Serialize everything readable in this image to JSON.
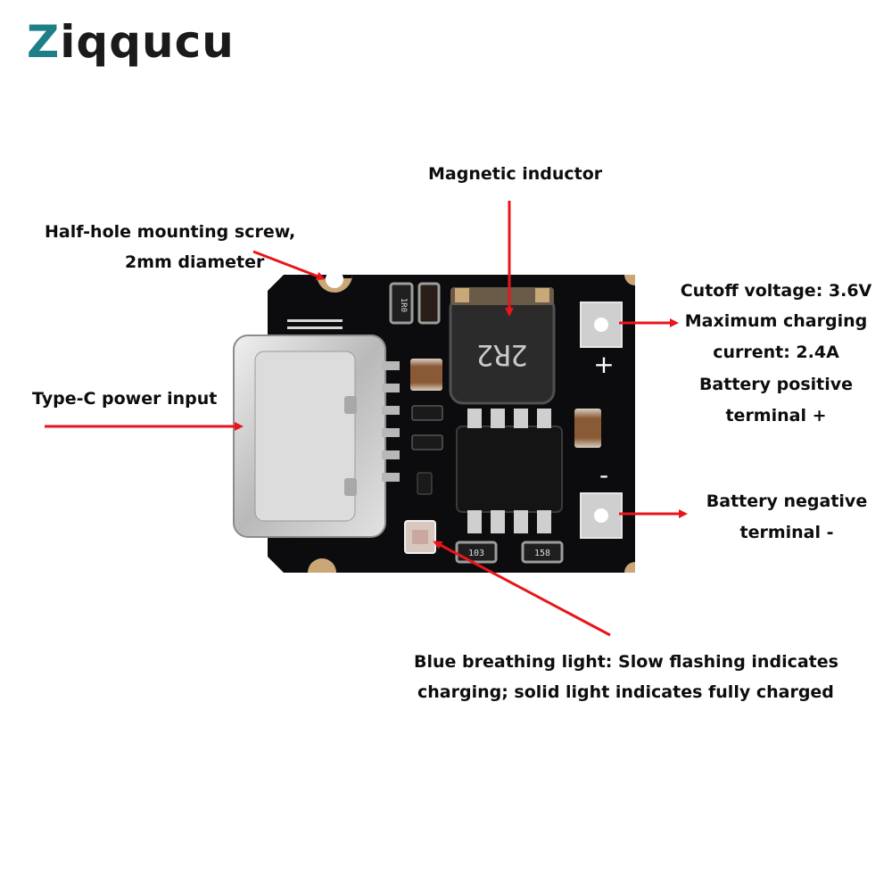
{
  "brand": {
    "logo_first": "Z",
    "logo_rest": "iqqucu",
    "accent": "#1f7f86"
  },
  "annotations": {
    "inductor": "Magnetic inductor",
    "screw_line1": "Half-hole mounting screw,",
    "screw_line2": "2mm diameter",
    "typec": "Type-C power input",
    "positive_line1": "Cutoff voltage: 3.6V",
    "positive_line2": "Maximum charging",
    "positive_line3": "current: 2.4A",
    "positive_line4": "Battery positive",
    "positive_line5": "terminal +",
    "negative_line1": "Battery negative",
    "negative_line2": "terminal -",
    "led_line1": "Blue breathing light: Slow flashing indicates",
    "led_line2": "charging; solid light indicates fully charged"
  },
  "board_markings": {
    "inductor_code": "2R2",
    "resistor_1": "1R0",
    "resistor_2": "103",
    "resistor_3": "158",
    "plus": "+",
    "minus": "-"
  },
  "colors": {
    "arrow": "#e8161b",
    "pcb": "#0c0c0e",
    "pad": "#cfcfcf"
  }
}
